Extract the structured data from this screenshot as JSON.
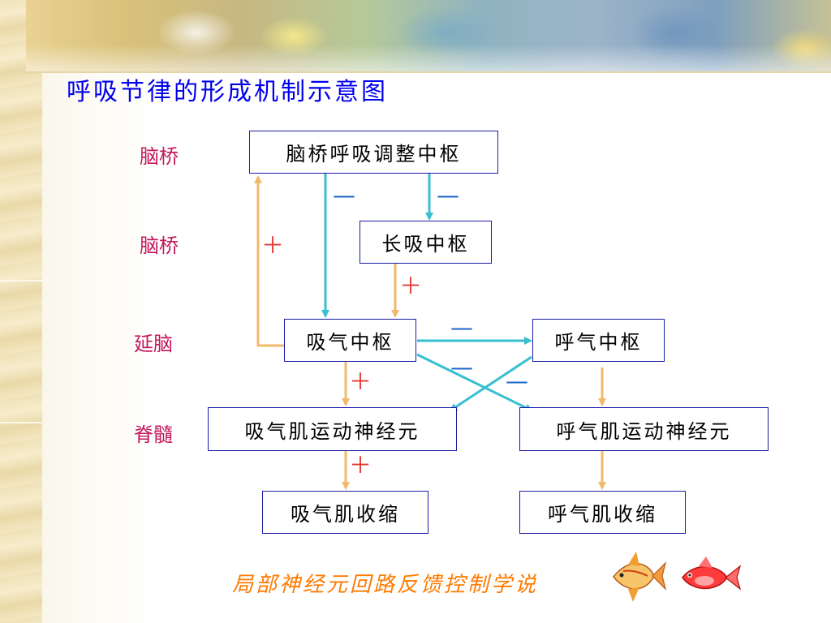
{
  "title": "呼吸节律的形成机制示意图",
  "region_labels": {
    "pons_top": "脑桥",
    "pons_middle": "脑桥",
    "medulla": "延脑",
    "spinal_cord": "脊髓"
  },
  "nodes": {
    "pneumotaxic_center": "脑桥呼吸调整中枢",
    "apneustic_center": "长吸中枢",
    "inspiratory_center": "吸气中枢",
    "expiratory_center": "呼气中枢",
    "inspiratory_motor_neurons": "吸气肌运动神经元",
    "expiratory_motor_neurons": "呼气肌运动神经元",
    "inspiratory_contraction": "吸气肌收缩",
    "expiratory_contraction": "呼气肌收缩"
  },
  "signs": {
    "plus": "＋",
    "minus": "—"
  },
  "colors": {
    "excitatory_arrow": "#f2b96b",
    "inhibitory_arrow": "#39bfd0",
    "box_border": "#1a1aa6",
    "title": "#0000ee",
    "region_label": "#c2185b",
    "plus_sign": "#e53935",
    "minus_sign": "#1e66c8",
    "theory_text": "#ff7a00"
  },
  "decor_icons": [
    "fish-icon"
  ],
  "theory": "局部神经元回路反馈控制学说"
}
